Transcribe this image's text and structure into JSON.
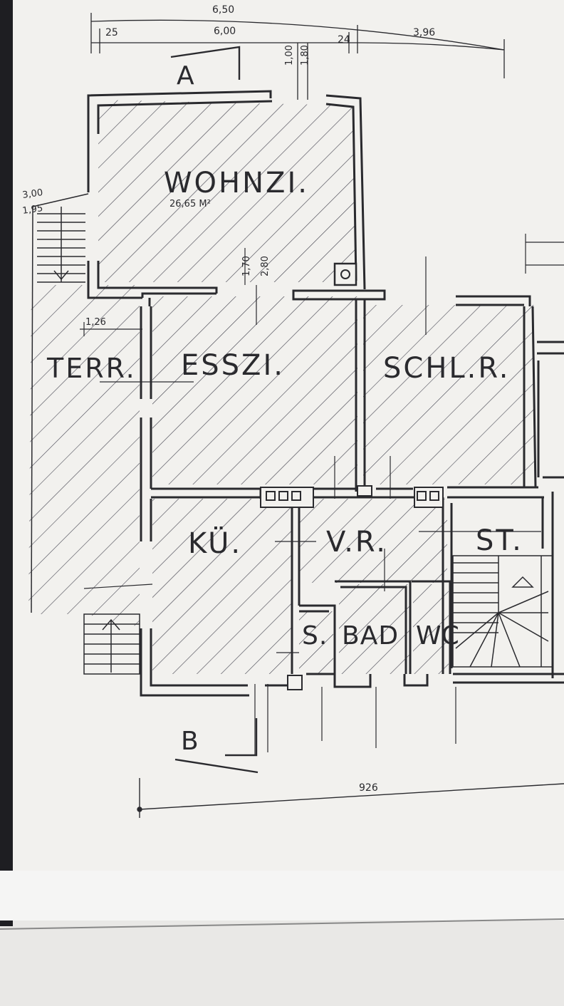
{
  "plan": {
    "rooms": {
      "wohnzi": {
        "name": "WOHNZI.",
        "area": "26,65 M²"
      },
      "esszi": {
        "name": "ESSZI."
      },
      "schlr": {
        "name": "SCHL.R."
      },
      "terr": {
        "name": "TERR."
      },
      "kue": {
        "name": "KÜ."
      },
      "vr": {
        "name": "V.R."
      },
      "st": {
        "name": "ST."
      },
      "s": {
        "name": "S."
      },
      "bad": {
        "name": "BAD"
      },
      "wc": {
        "name": "WC"
      }
    },
    "sections": {
      "a": "A",
      "b": "B"
    },
    "dimensions": {
      "total_top": "6,50",
      "d_25": "25",
      "d_600": "6,00",
      "d_24": "24",
      "d_396": "3,96",
      "d_100": "1,00",
      "d_180": "1,80",
      "d_300": "3,00",
      "d_195": "1,95",
      "d_126": "1,26",
      "d_170": "1,70",
      "d_280": "2,80",
      "bottom": "926"
    },
    "colors": {
      "paper": "#f2f1ee",
      "ink": "#2a2a2e",
      "hatch": "#4a4a55",
      "background": "#e9e8e6"
    }
  }
}
